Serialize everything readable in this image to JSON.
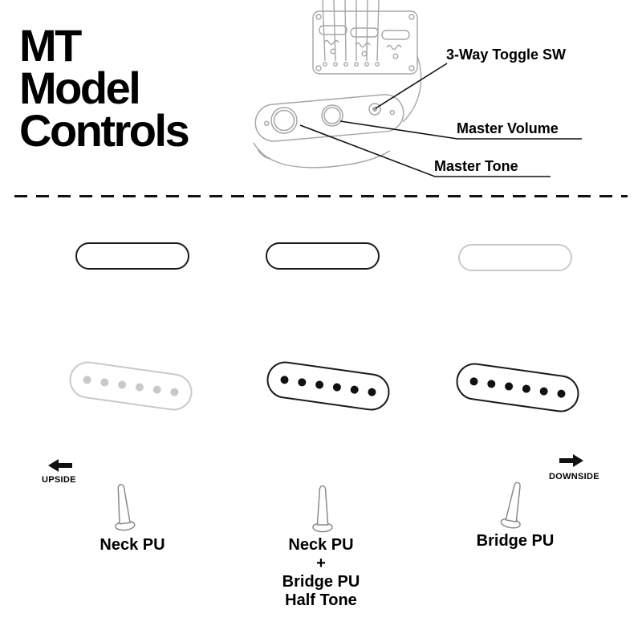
{
  "title": {
    "line1": "MT",
    "line2": "Model",
    "line3": "Controls"
  },
  "callouts": {
    "toggle_switch": "3-Way Toggle SW",
    "master_volume": "Master Volume",
    "master_tone": "Master Tone"
  },
  "directions": {
    "upside": "UPSIDE",
    "downside": "DOWNSIDE"
  },
  "positions": [
    {
      "name": "neck",
      "label_lines": [
        "Neck PU"
      ],
      "neck_pickup_active": true,
      "bridge_pickup_active": false,
      "lever_tilt": "left"
    },
    {
      "name": "neck-and-bridge-half-tone",
      "label_lines": [
        "Neck PU",
        "+",
        "Bridge PU",
        "Half Tone"
      ],
      "neck_pickup_active": true,
      "bridge_pickup_active": true,
      "lever_tilt": "center"
    },
    {
      "name": "bridge",
      "label_lines": [
        "Bridge PU"
      ],
      "neck_pickup_active": false,
      "bridge_pickup_active": true,
      "lever_tilt": "right"
    }
  ],
  "colors": {
    "active": "#1a1a1a",
    "inactive": "#c9c9c9",
    "line_art": "#a6a6a6",
    "callout_line": "#111111"
  }
}
